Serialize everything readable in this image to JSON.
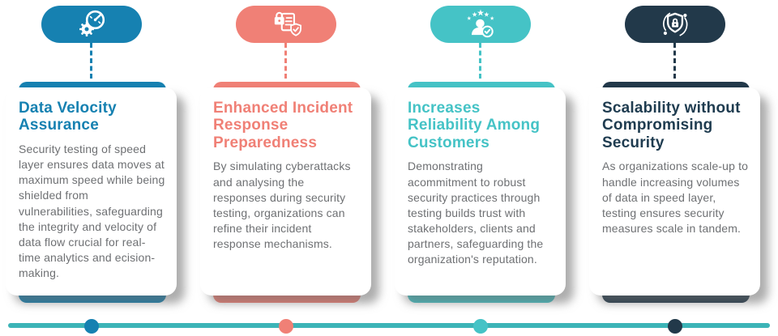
{
  "colors": {
    "blue": "#1681b1",
    "salmon": "#f08076",
    "teal": "#45c3c6",
    "navy": "#22394a",
    "timeline_line": "#3cb4b7",
    "body_text": "#6e7073",
    "card_background": "#ffffff"
  },
  "columns": [
    {
      "id": "data-velocity-assurance",
      "accent": "#1681b1",
      "icon": "speedometer-gear-icon",
      "title": "Data Velocity Assurance",
      "body": "Security testing of speed layer ensures data moves at maximum speed while being shielded from vulnerabilities, safeguarding the integrity and velocity of data flow crucial for real-time analytics and ecision-making."
    },
    {
      "id": "incident-response-preparedness",
      "accent": "#f08076",
      "icon": "secure-document-check-icon",
      "title": "Enhanced Incident Response Preparedness",
      "body": "By simulating cyberattacks and analysing the responses during security testing, organizations can refine their incident response mechanisms."
    },
    {
      "id": "reliability-among-customers",
      "accent": "#45c3c6",
      "icon": "customer-rating-check-icon",
      "title": "Increases Reliability Among Customers",
      "body": "Demonstrating acommitment to robust security practices through testing builds trust with stakeholders, clients and partners, safeguarding the organization's reputation."
    },
    {
      "id": "scalability-without-compromising-security",
      "accent": "#22394a",
      "title_color": "#1f3c50",
      "icon": "shield-lock-icon",
      "title": "Scalability without Compromising Security",
      "body": "As organizations scale-up to handle increasing volumes of data in speed layer, testing ensures security measures scale in tandem."
    }
  ],
  "timeline": {
    "line_color": "#3cb4b7",
    "dot_colors": [
      "#1681b1",
      "#f08076",
      "#45c3c6",
      "#22394a"
    ]
  }
}
